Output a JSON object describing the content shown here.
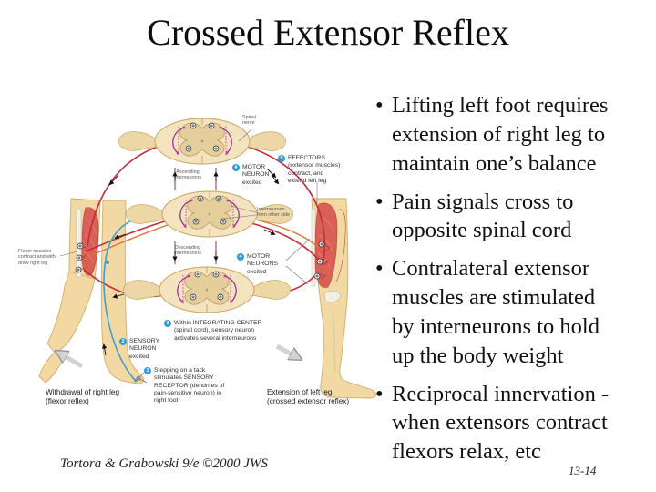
{
  "slide": {
    "title": "Crossed Extensor Reflex",
    "bullets": [
      "Lifting left foot requires\nextension of right leg to\nmaintain one’s balance",
      "Pain signals cross to\nopposite spinal cord",
      "Contralateral extensor\nmuscles are  stimulated\nby interneurons to hold\nup the body weight",
      "Reciprocal innervation -\nwhen extensors contract\nflexors relax, etc"
    ],
    "footer": "Tortora & Grabowski 9/e ©2000 JWS",
    "page_number": "13-14"
  },
  "diagram": {
    "steps": [
      {
        "badge": "1",
        "text": "Stepping on a tack\nstimulates SENSORY\nRECEPTOR (dendrites of\npain-sensitive neuron) in\nright foot"
      },
      {
        "badge": "2",
        "text": "SENSORY\nNEURON\nexcited"
      },
      {
        "badge": "3",
        "text": "Within INTEGRATING CENTER\n(spinal cord), sensory neuron\nactivates several interneurons"
      },
      {
        "badge": "4",
        "text": "MOTOR\nNEURON\nexcited"
      },
      {
        "badge": "4",
        "text": "MOTOR\nNEURONS\nexcited"
      },
      {
        "badge": "5",
        "text": "EFFECTORS\n(extensor muscles)\ncontract, and\nextend left leg"
      }
    ],
    "labels": {
      "spinal_nerve": "Spinal\nnerve",
      "ascending": "Ascending\ninterneurons",
      "interneurons_other_side": "Interneurons\nfrom other side",
      "descending": "Descending\ninterneurons",
      "flexor_muscles": "Flexor muscles\ncontract and with-\ndraw right leg",
      "withdrawal": "Withdrawal of right leg\n(flexor reflex)",
      "extension": "Extension of left leg\n(crossed extensor reflex)"
    },
    "colors": {
      "nerve_red": "#C42B3B",
      "nerve_orange": "#E2712F",
      "nerve_blue": "#3E9FD0",
      "interneuron_purple": "#93278F",
      "badge_blue": "#2E9BD6",
      "muscle_red": "#D96055",
      "skin": "#F2D9A4",
      "cord_outer": "#F3E3BE",
      "cord_gray_matter": "#E4CE9C"
    }
  }
}
